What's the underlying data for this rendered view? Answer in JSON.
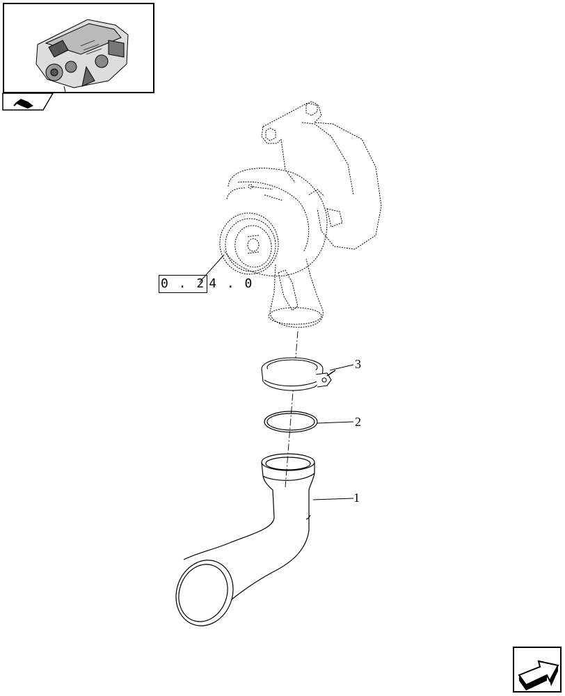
{
  "reference": {
    "boxed": "0 . 2",
    "rest": "4 . 0"
  },
  "callouts": [
    {
      "num": "1",
      "part": "elbow-pipe"
    },
    {
      "num": "2",
      "part": "seal-ring"
    },
    {
      "num": "3",
      "part": "v-band-clamp"
    }
  ],
  "icons": {
    "thumbnail": "engine-thumbnail-icon",
    "tab": "previous-page-icon",
    "nav": "next-page-arrow-icon"
  }
}
